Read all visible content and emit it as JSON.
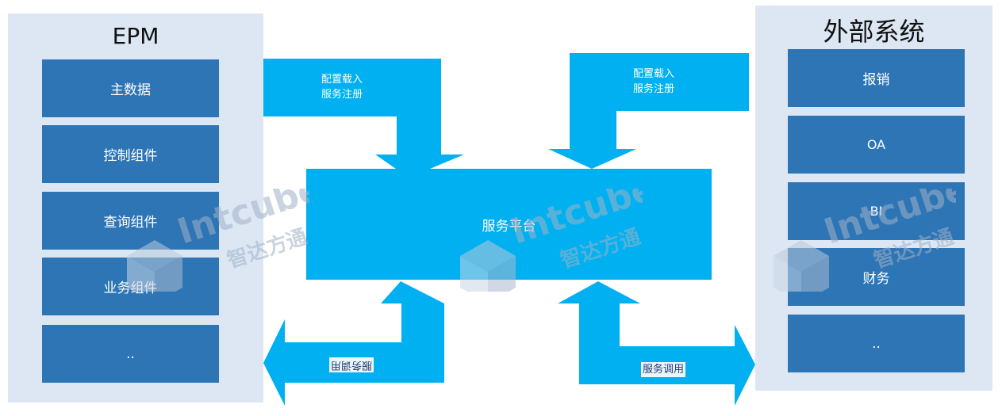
{
  "colors": {
    "panel_bg": "#dce7f3",
    "box": "#2e75b6",
    "accent": "#00b0f0",
    "watermark": "#9fb2c8"
  },
  "left_panel": {
    "title": "EPM",
    "items": [
      "主数据",
      "控制组件",
      "查询组件",
      "业务组件",
      ".."
    ]
  },
  "right_panel": {
    "title": "外部系统",
    "items": [
      "报销",
      "OA",
      "BI",
      "财务",
      ".."
    ]
  },
  "platform": {
    "label": "服务平台"
  },
  "arrows": {
    "top_left": {
      "line1": "配置载入",
      "line2": "服务注册"
    },
    "top_right": {
      "line1": "配置载入",
      "line2": "服务注册"
    },
    "bottom_left": {
      "label": "服务调用"
    },
    "bottom_right": {
      "label": "服务调用"
    }
  },
  "watermark": {
    "brand": "Intcube",
    "cn": "智达方通",
    "icon": "cube-logo-icon"
  }
}
